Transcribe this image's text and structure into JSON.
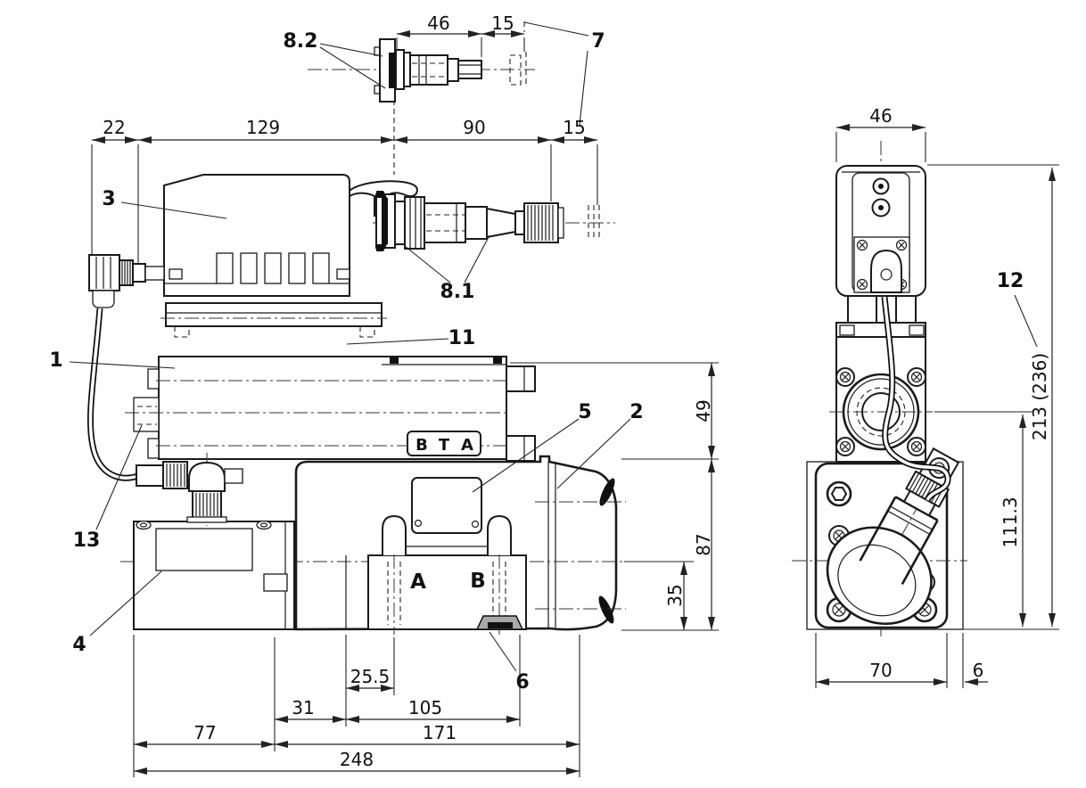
{
  "colors": {
    "line": "#1a1a1a",
    "paper": "#ffffff",
    "pin_fill": "#a8a8a8"
  },
  "callouts": {
    "item_1": "1",
    "item_2": "2",
    "item_3": "3",
    "item_4": "4",
    "item_5": "5",
    "item_6": "6",
    "item_7": "7",
    "item_8_1": "8.1",
    "item_8_2": "8.2",
    "item_11": "11",
    "item_12": "12",
    "item_13": "13"
  },
  "dimensions": {
    "detail": {
      "d46": "46",
      "d15": "15"
    },
    "top": {
      "d22": "22",
      "d129": "129",
      "d90": "90",
      "d15": "15"
    },
    "main_right": {
      "d49": "49",
      "d87": "87",
      "d35": "35"
    },
    "main_bottom": {
      "d25_5": "25.5",
      "d31": "31",
      "d105": "105",
      "d77": "77",
      "d171": "171",
      "d248": "248"
    },
    "right_view": {
      "d46": "46",
      "d213": "213 (236)",
      "d111": "111.3",
      "d70": "70",
      "d6": "6"
    }
  },
  "port_labels": {
    "box": [
      "B",
      "T",
      "A"
    ],
    "face_a": "A",
    "face_b": "B"
  }
}
